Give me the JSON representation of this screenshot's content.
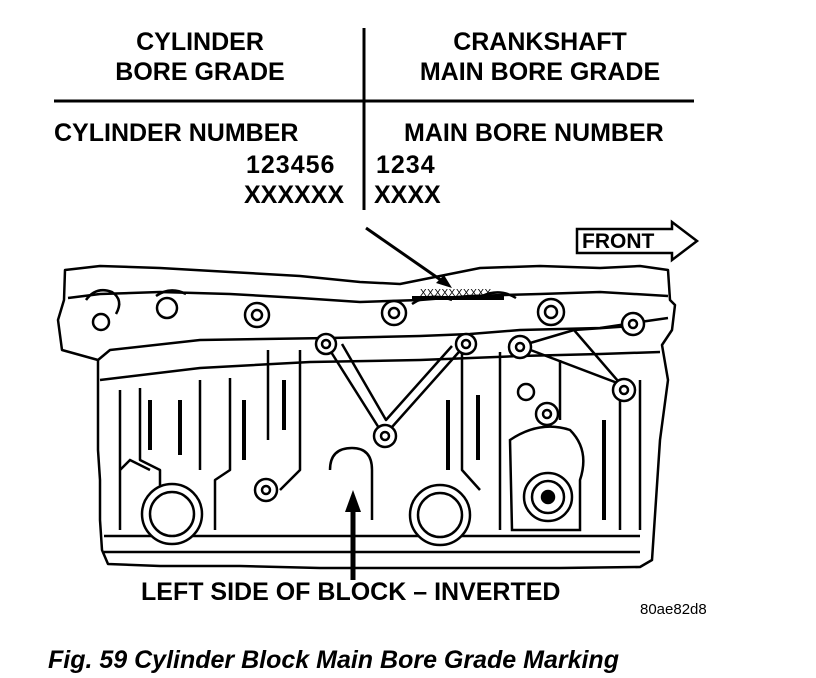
{
  "header": {
    "left_title_line1": "CYLINDER",
    "left_title_line2": "BORE GRADE",
    "right_title_line1": "CRANKSHAFT",
    "right_title_line2": "MAIN BORE GRADE"
  },
  "legend": {
    "cylinder_number_label": "CYLINDER NUMBER",
    "cylinder_numbers": "123456",
    "cylinder_grades": "XXXXXX",
    "main_bore_number_label": "MAIN BORE NUMBER",
    "main_bore_numbers": "1234",
    "main_bore_grades": "XXXX"
  },
  "diagram": {
    "front_label": "FRONT",
    "stamp_text": "XXXXXXXXXX",
    "block_caption": "LEFT SIDE OF BLOCK – INVERTED",
    "image_code": "80ae82d8"
  },
  "figure_caption": "Fig. 59 Cylinder Block Main Bore Grade Marking"
}
